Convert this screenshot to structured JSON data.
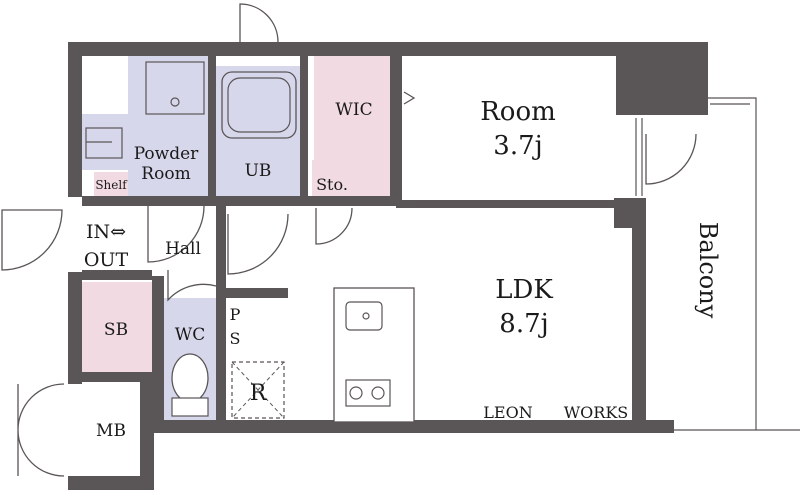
{
  "rooms": {
    "wic": "WIC",
    "room_name": "Room",
    "room_size": "3.7j",
    "powder_room_line1": "Powder",
    "powder_room_line2": "Room",
    "ub": "UB",
    "storage": "Sto.",
    "shelf": "Shelf",
    "in_out_line1": "IN⇔",
    "in_out_line2": "OUT",
    "hall": "Hall",
    "ldk_name": "LDK",
    "ldk_size": "8.7j",
    "balcony": "Balcony",
    "sb": "SB",
    "wc": "WC",
    "ps_line1": "P",
    "ps_line2": "S",
    "r": "R",
    "mb": "MB"
  },
  "branding": {
    "left": "LEON",
    "right": "WORKS"
  },
  "colors": {
    "wall": "#5a5556",
    "wet_area": "#d7d7ec",
    "closet": "#f2dae3",
    "background": "#ffffff"
  }
}
